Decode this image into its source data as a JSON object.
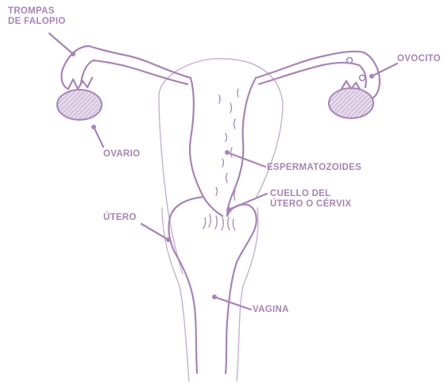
{
  "labels": {
    "fallopian_tubes": "TROMPAS\nDE FALOPIO",
    "ovary": "OVARIO",
    "oocyte": "OVOCITO",
    "sperm": "ESPERMATOZOIDES",
    "cervix": "CUELLO DEL\nÚTERO O CÉRVIX",
    "uterus": "ÚTERO",
    "vagina": "VAGINA"
  },
  "colors": {
    "line": "#a784b7",
    "light_line": "#c6b0d1",
    "ovary_fill": "#d8c8e0"
  }
}
